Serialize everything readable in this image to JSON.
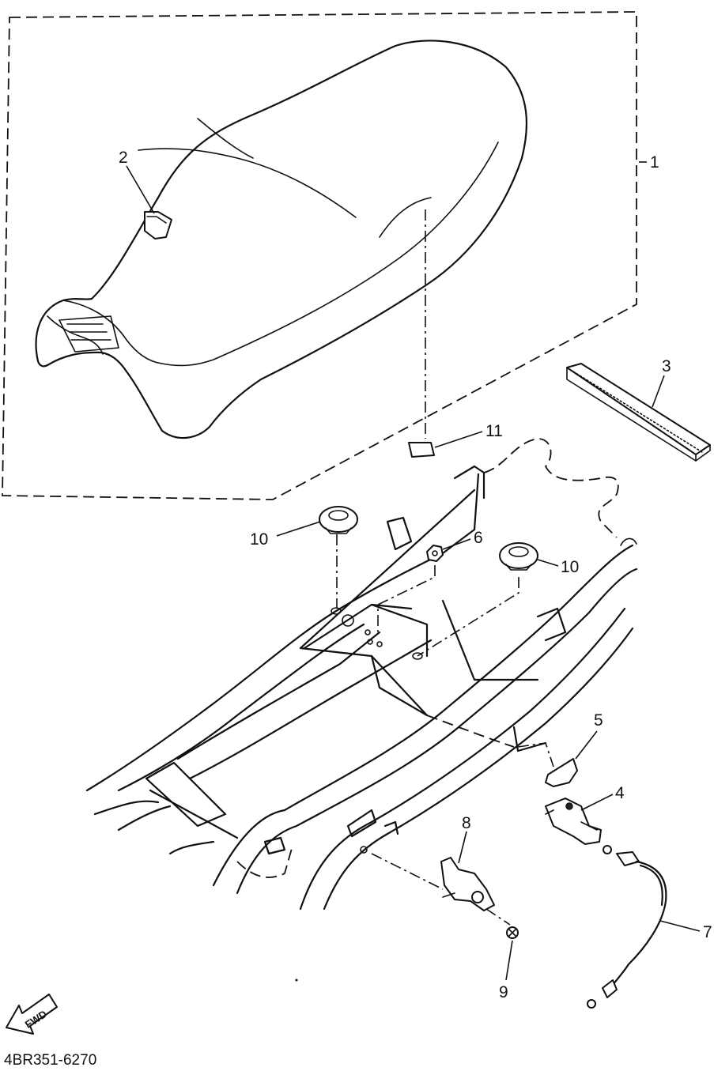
{
  "callouts": {
    "c1": "1",
    "c2": "2",
    "c3": "3",
    "c4": "4",
    "c5": "5",
    "c6": "6",
    "c7": "7",
    "c8": "8",
    "c9": "9",
    "c10a": "10",
    "c10b": "10",
    "c11": "11"
  },
  "fwd_label": "FWD",
  "drawing_code": "4BR351-6270"
}
